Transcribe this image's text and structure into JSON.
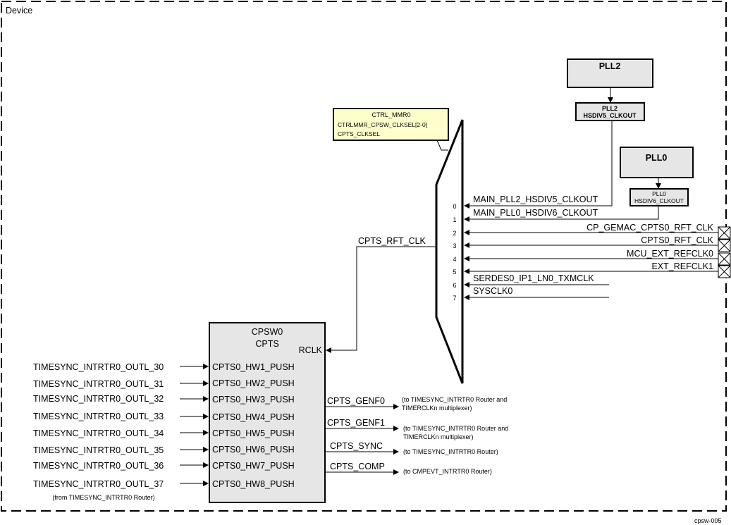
{
  "frame": {
    "label": "Device",
    "footer_id": "cpsw-005"
  },
  "ctrl": {
    "title": "CTRL_MMR0",
    "line1": "CTRLMMR_CPSW_CLKSEL[2-0]",
    "line2": "CPTS_CLKSEL"
  },
  "pll2": {
    "name": "PLL2",
    "div_line1": "PLL2",
    "div_line2": "HSDIV5_CLKOUT"
  },
  "pll0": {
    "name": "PLL0",
    "div_line1": "PLL0",
    "div_line2": "HSDIV6_CLKOUT"
  },
  "mux": {
    "output_label": "CPTS_RFT_CLK",
    "inputs": [
      {
        "index": "0",
        "label": "MAIN_PLL2_HSDIV5_CLKOUT"
      },
      {
        "index": "1",
        "label": "MAIN_PLL0_HSDIV6_CLKOUT"
      },
      {
        "index": "2",
        "label": "CP_GEMAC_CPTS0_RFT_CLK"
      },
      {
        "index": "3",
        "label": "CPTS0_RFT_CLK"
      },
      {
        "index": "4",
        "label": "MCU_EXT_REFCLK0"
      },
      {
        "index": "5",
        "label": "EXT_REFCLK1"
      },
      {
        "index": "6",
        "label": "SERDES0_IP1_LN0_TXMCLK"
      },
      {
        "index": "7",
        "label": "SYSCLK0"
      }
    ]
  },
  "cpts": {
    "title1": "CPSW0",
    "title2": "CPTS",
    "rclk": "RCLK",
    "push_ports": [
      {
        "port": "CPTS0_HW1_PUSH",
        "signal": "TIMESYNC_INTRTR0_OUTL_30"
      },
      {
        "port": "CPTS0_HW2_PUSH",
        "signal": "TIMESYNC_INTRTR0_OUTL_31"
      },
      {
        "port": "CPTS0_HW3_PUSH",
        "signal": "TIMESYNC_INTRTR0_OUTL_32"
      },
      {
        "port": "CPTS0_HW4_PUSH",
        "signal": "TIMESYNC_INTRTR0_OUTL_33"
      },
      {
        "port": "CPTS0_HW5_PUSH",
        "signal": "TIMESYNC_INTRTR0_OUTL_34"
      },
      {
        "port": "CPTS0_HW6_PUSH",
        "signal": "TIMESYNC_INTRTR0_OUTL_35"
      },
      {
        "port": "CPTS0_HW7_PUSH",
        "signal": "TIMESYNC_INTRTR0_OUTL_36"
      },
      {
        "port": "CPTS0_HW8_PUSH",
        "signal": "TIMESYNC_INTRTR0_OUTL_37"
      }
    ],
    "push_source_note": "(from TIMESYNC_INTRTR0 Router)",
    "outputs": [
      {
        "label": "CPTS_GENF0",
        "note1": "(to TIMESYNC_INTRTR0 Router and",
        "note2": "TIMERCLKn multiplexer)"
      },
      {
        "label": "CPTS_GENF1",
        "note1": "(to TIMESYNC_INTRTR0 Router and",
        "note2": "TIMERCLKn multiplexer)"
      },
      {
        "label": "CPTS_SYNC",
        "note1": "(to TIMESYNC_INTRTR0 Router)",
        "note2": ""
      },
      {
        "label": "CPTS_COMP",
        "note1": "(to CMPEVT_INTRTR0 Router)",
        "note2": ""
      }
    ]
  },
  "colors": {
    "block_fill": "#e6e6e6",
    "ctrl_fill": "#ffffcc"
  }
}
